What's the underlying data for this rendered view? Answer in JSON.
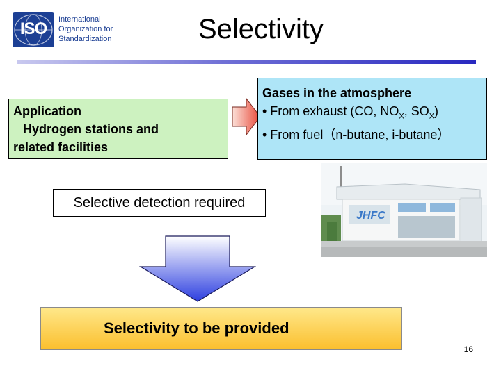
{
  "logo": {
    "symbol": "ISO",
    "org_line1": "International",
    "org_line2": "Organization for",
    "org_line3": "Standardization"
  },
  "title": "Selectivity",
  "application": {
    "line1": "Application",
    "line2": "Hydrogen stations and",
    "line3": "related facilities"
  },
  "gases": {
    "heading": "Gases in the atmosphere",
    "exhaust_prefix": "• From exhaust (CO, NO",
    "exhaust_sub1": "X",
    "exhaust_mid": ", SO",
    "exhaust_sub2": "X",
    "exhaust_suffix": ")",
    "fuel": "• From fuel（n-butane, i-butane）"
  },
  "photo": {
    "sign_text": "JHFC"
  },
  "selective_detection": "Selective detection required",
  "result": "Selectivity to be provided",
  "page_number": "16",
  "colors": {
    "iso_blue": "#1c3f94",
    "green_box": "#cdf2c0",
    "cyan_box": "#aee5f7",
    "orange_gradient_top": "#ffe88a",
    "orange_gradient_bottom": "#fbbf2e",
    "arrow_top": "#ffffff",
    "arrow_bottom": "#2d3fe0"
  }
}
